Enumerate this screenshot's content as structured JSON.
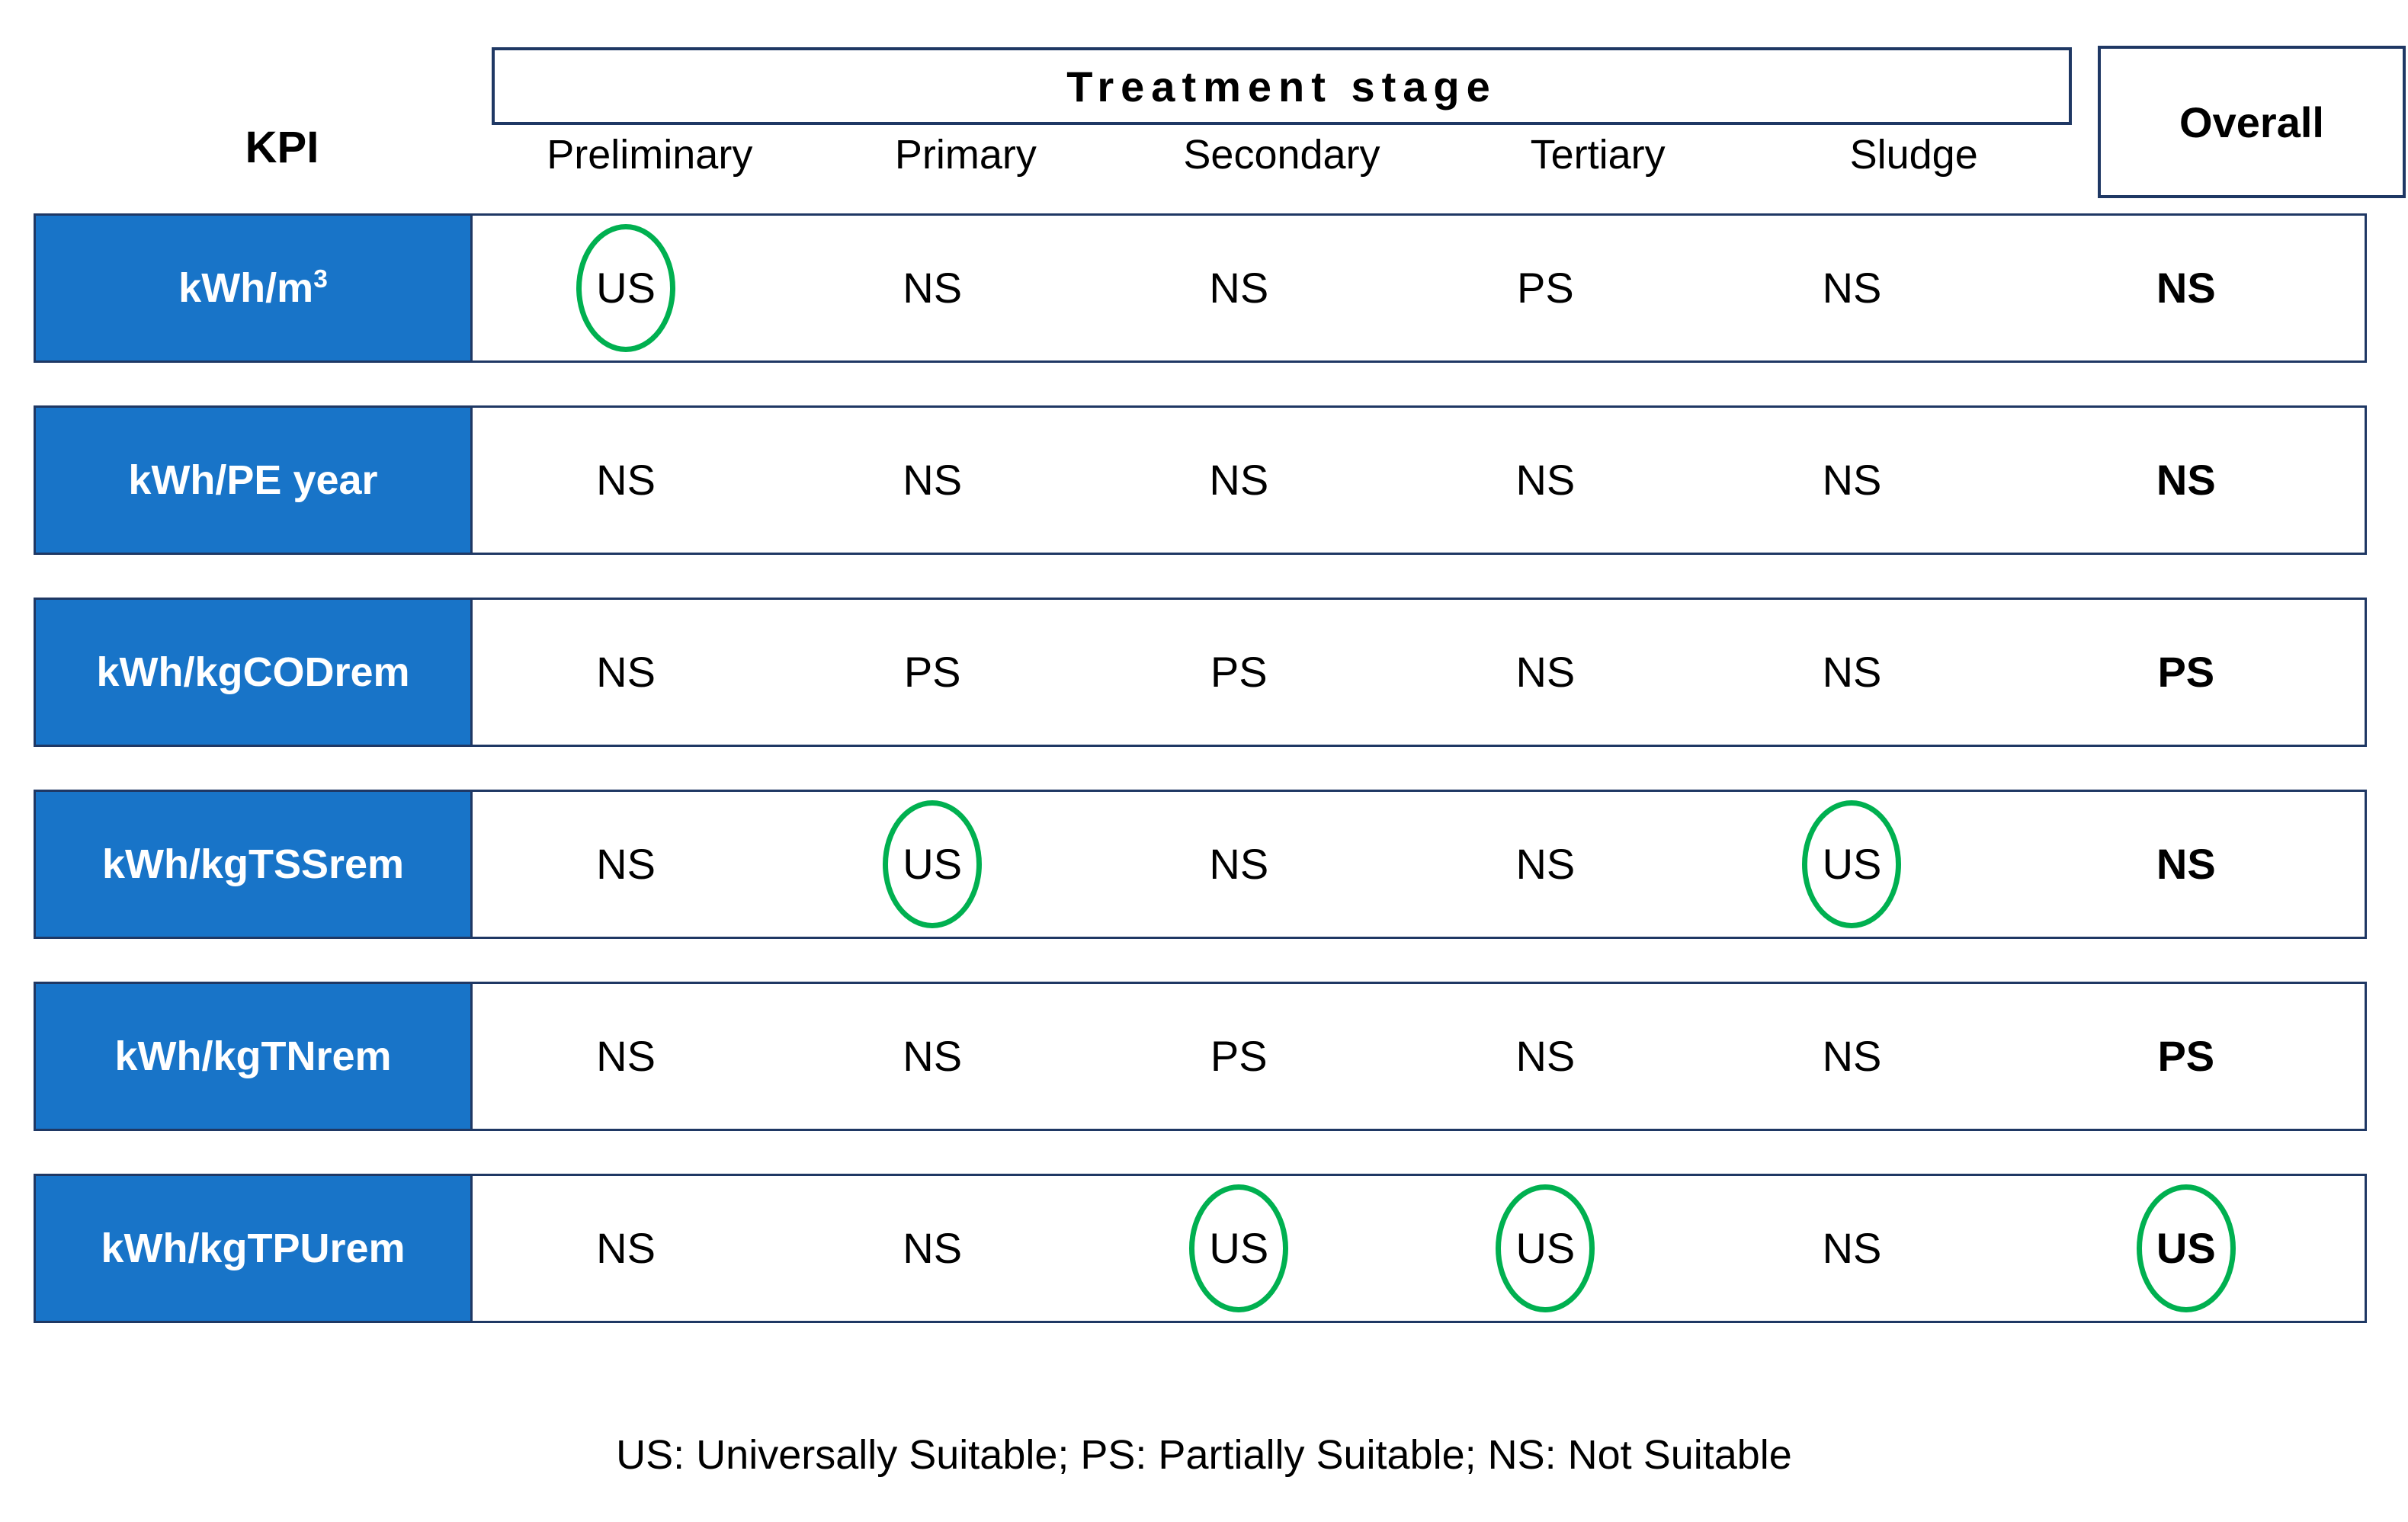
{
  "header": {
    "kpi_label": "KPI",
    "treatment_stage_label": "Treatment stage",
    "overall_label": "Overall",
    "stages": [
      "Preliminary",
      "Primary",
      "Secondary",
      "Tertiary",
      "Sludge"
    ]
  },
  "legend": {
    "text": "US: Universally Suitable; PS: Partially Suitable; NS: Not Suitable"
  },
  "colors": {
    "kpi_cell_fill": "#1874C8",
    "border": "#1F3864",
    "highlight_circle": "#00B050",
    "kpi_cell_text": "#FFFFFF"
  },
  "chart_data": {
    "type": "table",
    "title": "Treatment stage",
    "row_header": "KPI",
    "columns": [
      "Preliminary",
      "Primary",
      "Secondary",
      "Tertiary",
      "Sludge",
      "Overall"
    ],
    "rows": [
      {
        "kpi": "kWh/m3",
        "kpi_display": "kWh/m",
        "kpi_sup": "3",
        "values": [
          "US",
          "NS",
          "NS",
          "PS",
          "NS",
          "NS"
        ],
        "circled": [
          true,
          false,
          false,
          false,
          false,
          false
        ]
      },
      {
        "kpi": "kWh/PE year",
        "kpi_display": "kWh/PE year",
        "kpi_sup": "",
        "values": [
          "NS",
          "NS",
          "NS",
          "NS",
          "NS",
          "NS"
        ],
        "circled": [
          false,
          false,
          false,
          false,
          false,
          false
        ]
      },
      {
        "kpi": "kWh/kgCODrem",
        "kpi_display": "kWh/kgCODrem",
        "kpi_sup": "",
        "values": [
          "NS",
          "PS",
          "PS",
          "NS",
          "NS",
          "PS"
        ],
        "circled": [
          false,
          false,
          false,
          false,
          false,
          false
        ]
      },
      {
        "kpi": "kWh/kgTSSrem",
        "kpi_display": "kWh/kgTSSrem",
        "kpi_sup": "",
        "values": [
          "NS",
          "US",
          "NS",
          "NS",
          "US",
          "NS"
        ],
        "circled": [
          false,
          true,
          false,
          false,
          true,
          false
        ]
      },
      {
        "kpi": "kWh/kgTNrem",
        "kpi_display": "kWh/kgTNrem",
        "kpi_sup": "",
        "values": [
          "NS",
          "NS",
          "PS",
          "NS",
          "NS",
          "PS"
        ],
        "circled": [
          false,
          false,
          false,
          false,
          false,
          false
        ]
      },
      {
        "kpi": "kWh/kgTPUrem",
        "kpi_display": "kWh/kgTPUrem",
        "kpi_sup": "",
        "values": [
          "NS",
          "NS",
          "US",
          "US",
          "NS",
          "US"
        ],
        "circled": [
          false,
          false,
          true,
          true,
          false,
          true
        ]
      }
    ],
    "legend_entries": [
      {
        "code": "US",
        "meaning": "Universally Suitable"
      },
      {
        "code": "PS",
        "meaning": "Partially Suitable"
      },
      {
        "code": "NS",
        "meaning": "Not Suitable"
      }
    ]
  }
}
